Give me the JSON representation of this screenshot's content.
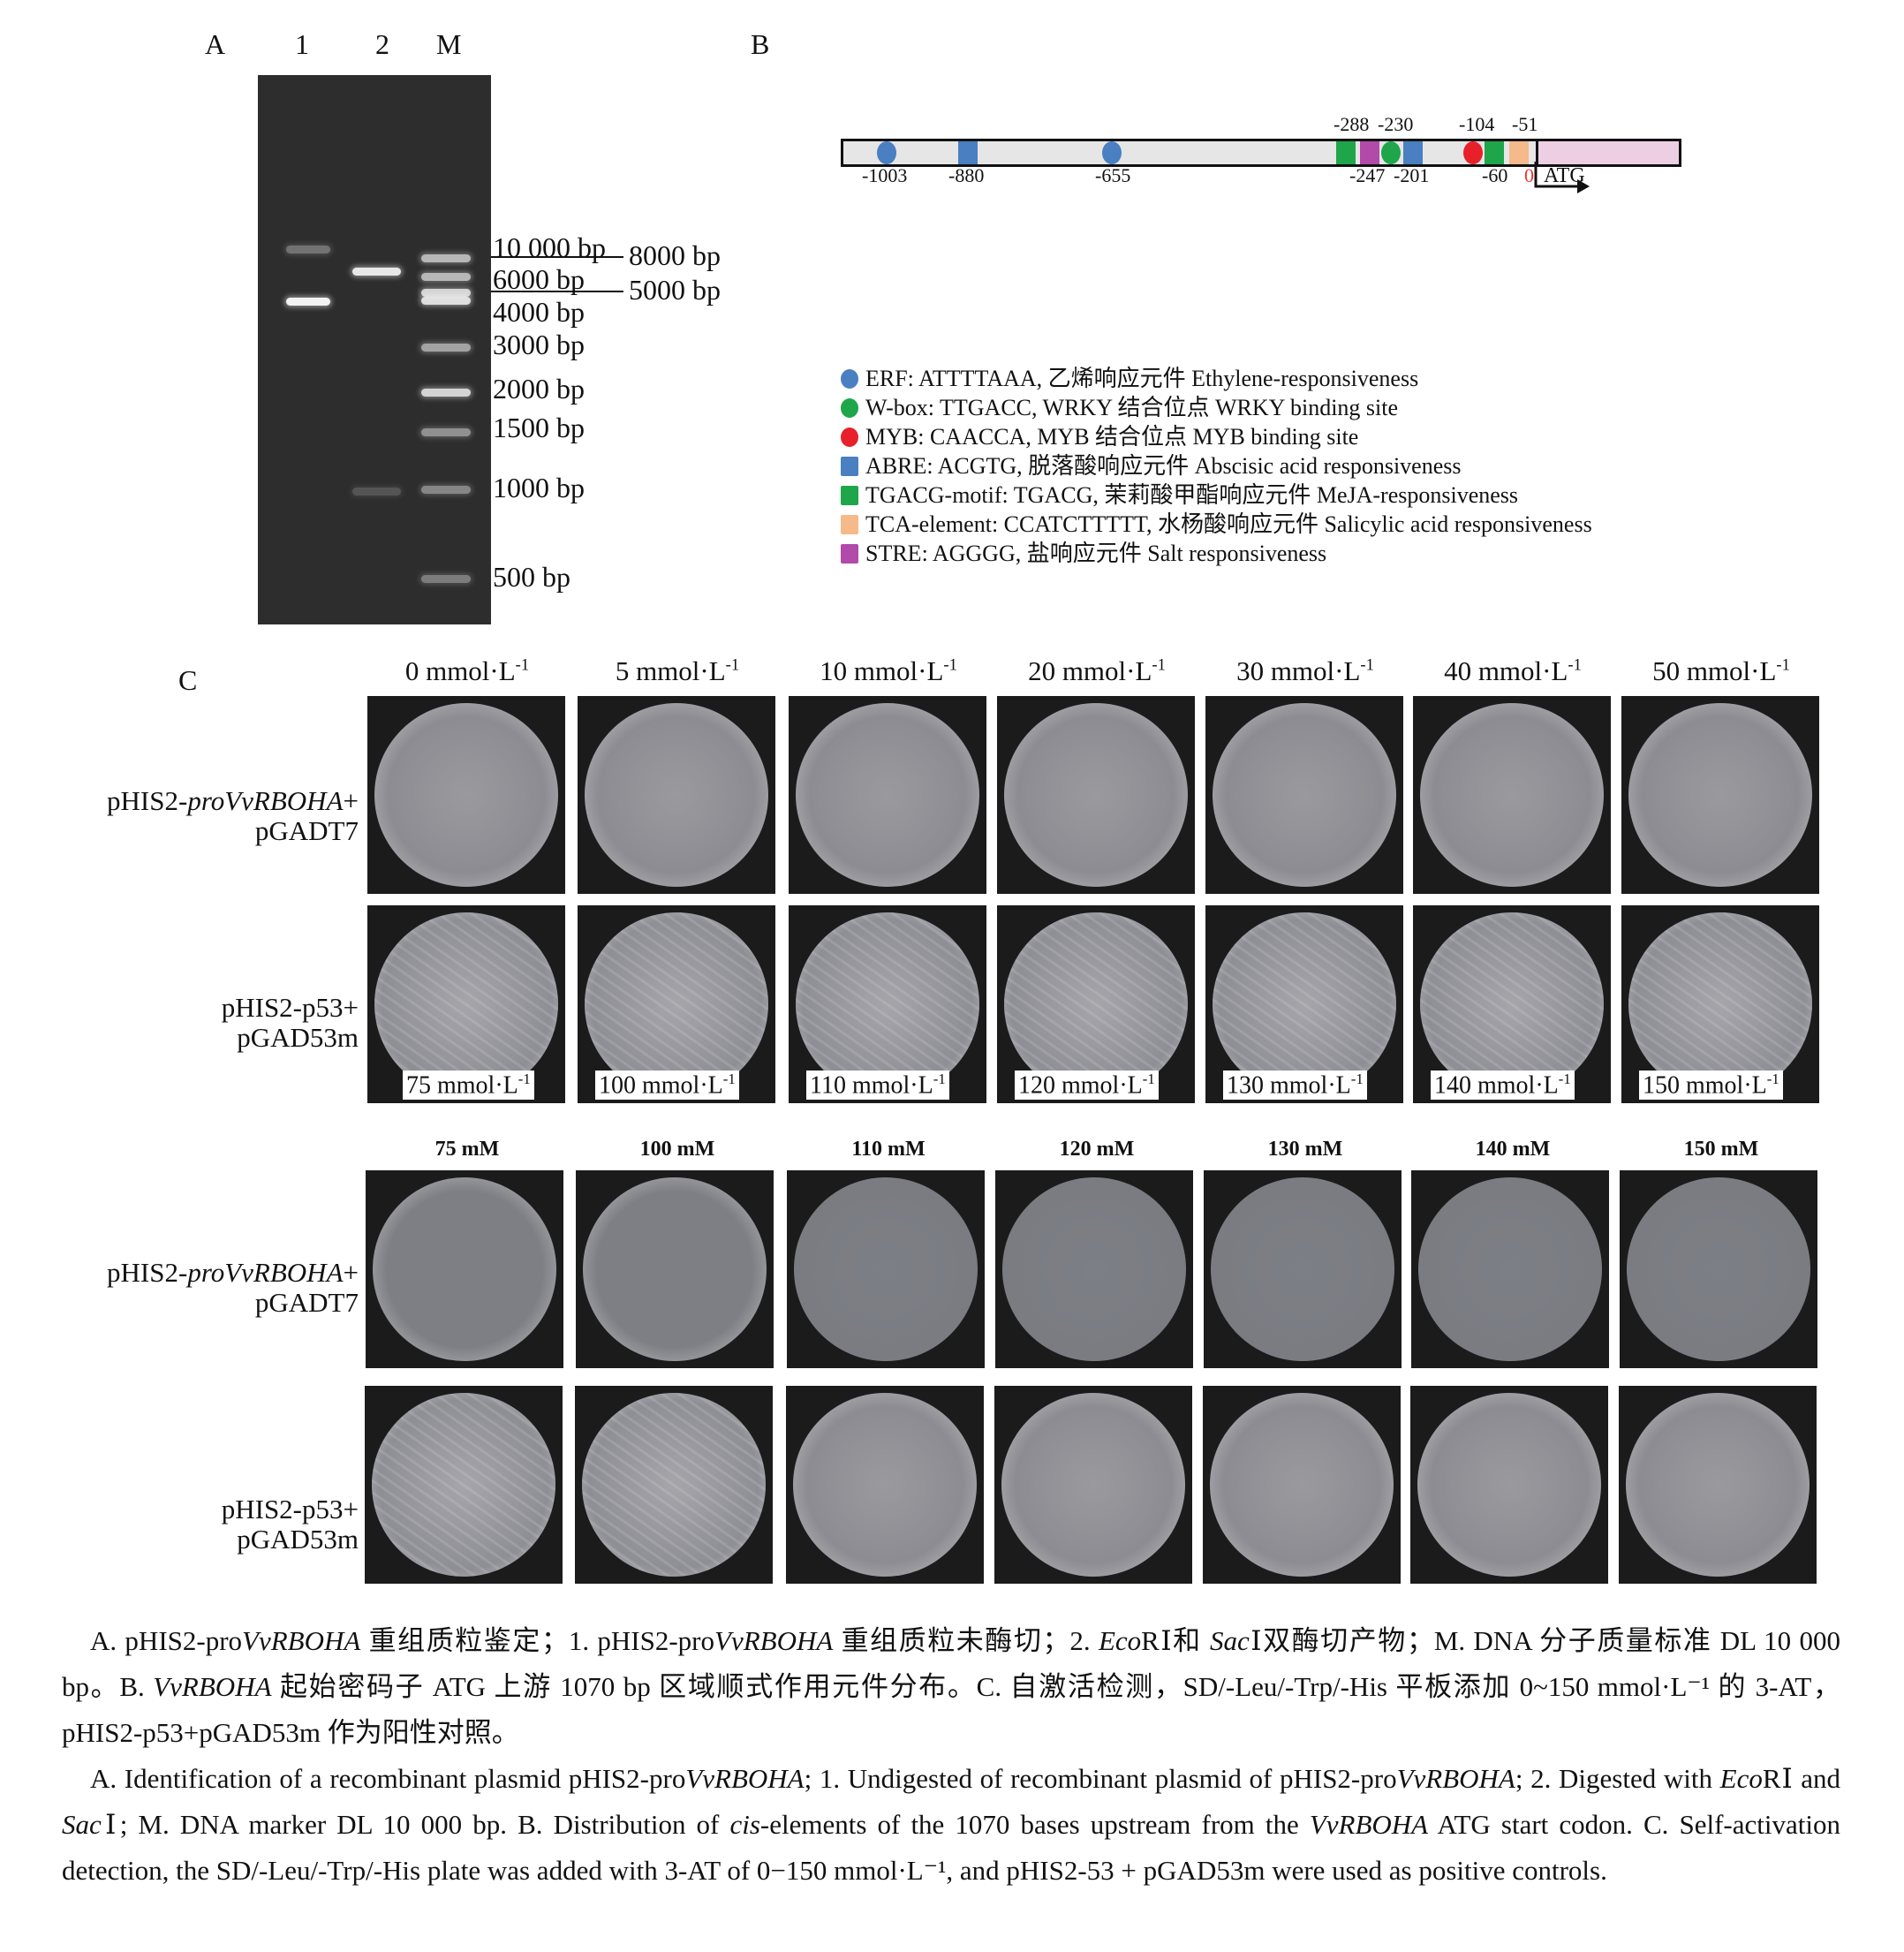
{
  "panelA": {
    "label": "A",
    "lanes": [
      "1",
      "2",
      "M"
    ],
    "markers": [
      "10 000 bp",
      "6000 bp",
      "4000 bp",
      "3000 bp",
      "2000 bp",
      "1500 bp",
      "1000 bp",
      "500 bp"
    ],
    "extra_markers": [
      "8000 bp",
      "5000 bp"
    ]
  },
  "panelB": {
    "label": "B",
    "above_positions": [
      "-288",
      "-230",
      "-104",
      "-51"
    ],
    "below_positions": [
      "-1003",
      "-880",
      "-655",
      "-247",
      "-201",
      "-60"
    ],
    "zero": "0",
    "atg": "ATG",
    "legend": [
      {
        "text": "ERF: ATTTTAAA, 乙烯响应元件 Ethylene-responsiveness",
        "color": "#4a7fc1",
        "shape": "circle"
      },
      {
        "text": "W-box: TTGACC,  WRKY 结合位点 WRKY binding site",
        "color": "#1fa64a",
        "shape": "circle"
      },
      {
        "text": "MYB: CAACCA, MYB 结合位点 MYB binding site",
        "color": "#e8202a",
        "shape": "circle"
      },
      {
        "text": "ABRE: ACGTG, 脱落酸响应元件 Abscisic acid responsiveness",
        "color": "#4a7fc1",
        "shape": "square"
      },
      {
        "text": "TGACG-motif: TGACG, 茉莉酸甲酯响应元件 MeJA-responsiveness",
        "color": "#1fa64a",
        "shape": "square"
      },
      {
        "text": "TCA-element: CCATCTTTTT, 水杨酸响应元件 Salicylic acid responsiveness",
        "color": "#f5b98a",
        "shape": "square"
      },
      {
        "text": "STRE: AGGGG, 盐响应元件 Salt responsiveness",
        "color": "#b14aa8",
        "shape": "square"
      }
    ]
  },
  "panelC": {
    "label": "C",
    "top_headers": [
      {
        "v": "0 mmol·L",
        "s": "-1"
      },
      {
        "v": "5 mmol·L",
        "s": "-1"
      },
      {
        "v": "10 mmol·L",
        "s": "-1"
      },
      {
        "v": "20 mmol·L",
        "s": "-1"
      },
      {
        "v": "30 mmol·L",
        "s": "-1"
      },
      {
        "v": "40 mmol·L",
        "s": "-1"
      },
      {
        "v": "50 mmol·L",
        "s": "-1"
      }
    ],
    "overlay_labels": [
      {
        "v": "75 mmol·L",
        "s": "-1"
      },
      {
        "v": "100 mmol·L",
        "s": "-1"
      },
      {
        "v": "110 mmol·L",
        "s": "-1"
      },
      {
        "v": "120 mmol·L",
        "s": "-1"
      },
      {
        "v": "130 mmol·L",
        "s": "-1"
      },
      {
        "v": "140 mmol·L",
        "s": "-1"
      },
      {
        "v": "150 mmol·L",
        "s": "-1"
      }
    ],
    "bottom_headers": [
      "75 mM",
      "100 mM",
      "110 mM",
      "120 mM",
      "130 mM",
      "140 mM",
      "150 mM"
    ],
    "row_labels": {
      "test_line1_a": "pHIS2-",
      "test_line1_i": "proVvRBOHA",
      "test_line1_b": "+",
      "test_line2": "pGADT7",
      "pos_line1": "pHIS2-p53+",
      "pos_line2": "pGAD53m"
    }
  },
  "caption": [
    [
      [
        "A. pHIS2-pro",
        0
      ],
      [
        "VvRBOHA",
        1
      ],
      [
        " 重组质粒鉴定；1. pHIS2-pro",
        0
      ],
      [
        "VvRBOHA",
        1
      ],
      [
        " 重组质粒未酶切；2. ",
        0
      ],
      [
        "Eco",
        1
      ],
      [
        "RⅠ和 ",
        0
      ],
      [
        "Sac",
        1
      ],
      [
        "Ⅰ双酶切产物；M. DNA 分子质量标准 DL 10 000 bp。B. ",
        0
      ],
      [
        "VvRBOHA",
        1
      ],
      [
        " 起始密码子 ATG 上游 1070 bp 区域顺式作用元件分布。C. 自激活检测，SD/-Leu/-Trp/-His 平板添加 0~150 mmol·L⁻¹ 的 3-AT，pHIS2-p53+pGAD53m 作为阳性对照。",
        0
      ]
    ],
    [
      [
        "A. Identification of a recombinant plasmid pHIS2-pro",
        0
      ],
      [
        "VvRBOHA",
        1
      ],
      [
        "; 1. Undigested of recombinant plasmid of pHIS2-pro",
        0
      ],
      [
        "VvRBOHA",
        1
      ],
      [
        "; 2. Digested with ",
        0
      ],
      [
        "Eco",
        1
      ],
      [
        "RⅠ and ",
        0
      ],
      [
        "Sac",
        1
      ],
      [
        "Ⅰ; M. DNA marker DL 10 000 bp. B. Distribution of ",
        0
      ],
      [
        "cis",
        1
      ],
      [
        "-elements of the 1070 bases upstream from the ",
        0
      ],
      [
        "VvRBOHA",
        1
      ],
      [
        " ATG start codon. C. Self-activation detection, the SD/-Leu/-Trp/-His plate was added with 3-AT of 0−150 mmol·L⁻¹, and pHIS2-53 + pGAD53m were used as positive controls.",
        0
      ]
    ]
  ]
}
